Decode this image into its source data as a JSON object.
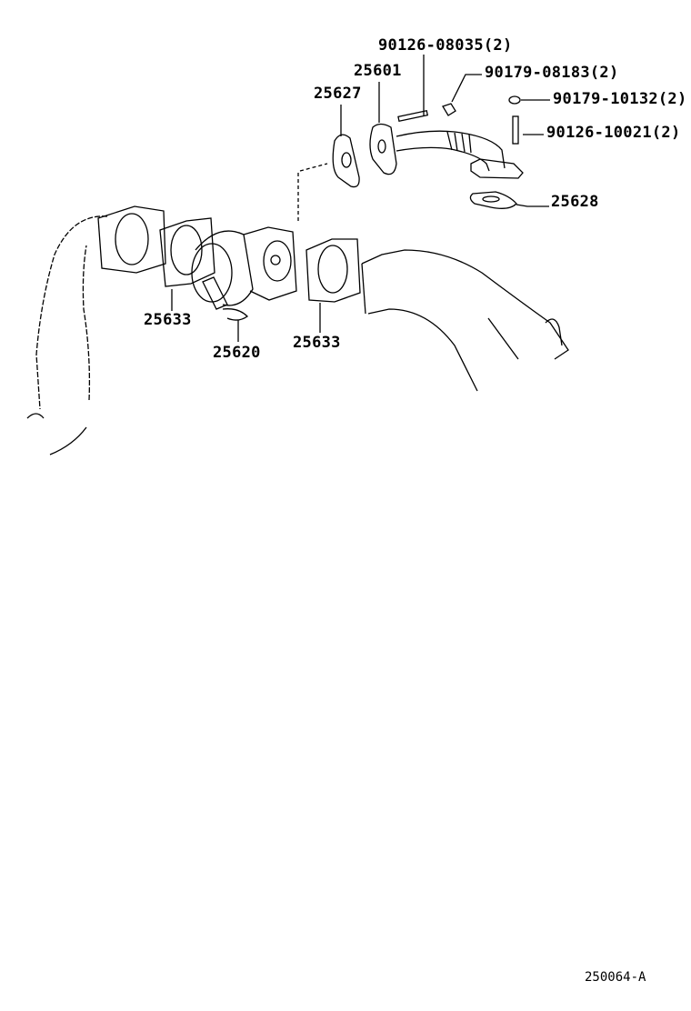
{
  "diagram": {
    "callouts": [
      {
        "part": "90126-08035(2)"
      },
      {
        "part": "25601"
      },
      {
        "part": "90179-08183(2)"
      },
      {
        "part": "25627"
      },
      {
        "part": "90179-10132(2)"
      },
      {
        "part": "90126-10021(2)"
      },
      {
        "part": "25628"
      },
      {
        "part": "25633"
      },
      {
        "part": "25620"
      },
      {
        "part": "25633"
      }
    ],
    "illustration_code": "250064-A",
    "line_color": "#000000",
    "background": "#ffffff"
  }
}
